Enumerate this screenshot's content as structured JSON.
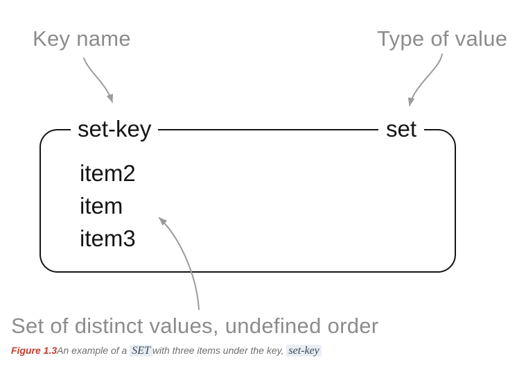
{
  "diagram": {
    "annotations": {
      "key_name_label": "Key name",
      "type_of_value_label": "Type of value",
      "bottom_label": "Set of distinct values, undefined order"
    },
    "box": {
      "key": "set-key",
      "type": "set",
      "items": [
        "item2",
        "item",
        "item3"
      ]
    },
    "caption": {
      "figure_label": "Figure 1.3",
      "text_1": "An example of a ",
      "code_1": "SET",
      "text_2": "with three items under the key, ",
      "code_2": "set-key"
    },
    "colors": {
      "label_gray": "#8c8c8c",
      "arrow_gray": "#9b9b9b",
      "line_black": "#151515",
      "caption_red": "#b8402f",
      "caption_gray": "#6e6e6e",
      "code_highlight_bg": "#e9eef6",
      "code_text": "#3c464e"
    }
  }
}
